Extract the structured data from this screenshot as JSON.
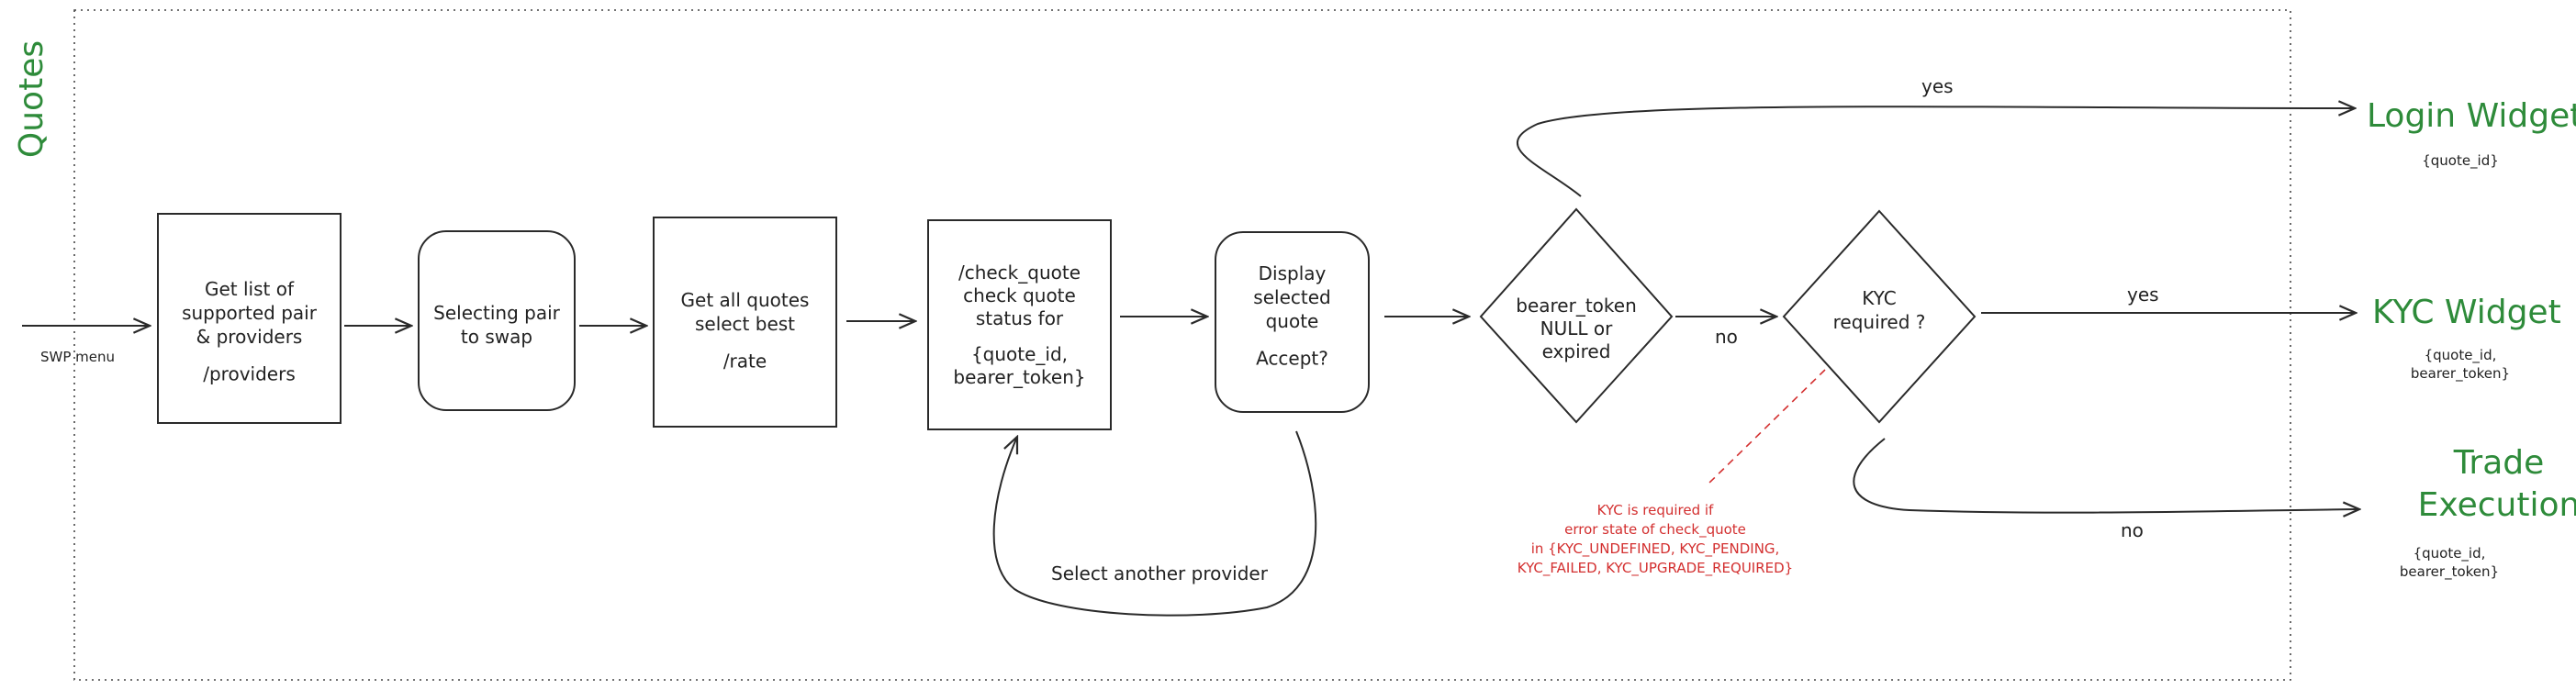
{
  "section_title": "Quotes",
  "colors": {
    "ink": "#2a2a2a",
    "green": "#2e8b3a",
    "red": "#d32f2f"
  },
  "entry_label": "SWP menu",
  "nodes": {
    "get_list": {
      "lines": [
        "Get list of",
        "supported pair",
        "& providers",
        "",
        "/providers"
      ]
    },
    "select_pair": {
      "lines": [
        "Selecting pair",
        "to swap"
      ]
    },
    "get_quotes": {
      "lines": [
        "Get all quotes",
        "select best",
        "",
        "/rate"
      ]
    },
    "check_quote": {
      "lines": [
        "/check_quote",
        "check quote",
        "status for",
        "",
        "{quote_id,",
        "bearer_token}"
      ]
    },
    "display_quote": {
      "lines": [
        "Display",
        "selected",
        "quote",
        "",
        "Accept?"
      ]
    },
    "bearer_decision": {
      "lines": [
        "bearer_token",
        "NULL or",
        "expired"
      ]
    },
    "kyc_decision": {
      "lines": [
        "KYC",
        "required ?"
      ]
    }
  },
  "edges": {
    "bearer_yes": "yes",
    "bearer_no": "no",
    "kyc_yes": "yes",
    "kyc_no": "no",
    "loop_label": "Select another provider"
  },
  "outcomes": {
    "login": {
      "title": "Login Widget",
      "params": [
        "{quote_id}"
      ]
    },
    "kyc": {
      "title": "KYC Widget",
      "params": [
        "{quote_id,",
        "bearer_token}"
      ]
    },
    "trade": {
      "title_lines": [
        "Trade",
        "Execution"
      ],
      "params": [
        "{quote_id,",
        "bearer_token}"
      ]
    }
  },
  "note": {
    "lines": [
      "KYC is required if",
      "error state of check_quote",
      "in {KYC_UNDEFINED, KYC_PENDING,",
      "KYC_FAILED, KYC_UPGRADE_REQUIRED}"
    ]
  }
}
